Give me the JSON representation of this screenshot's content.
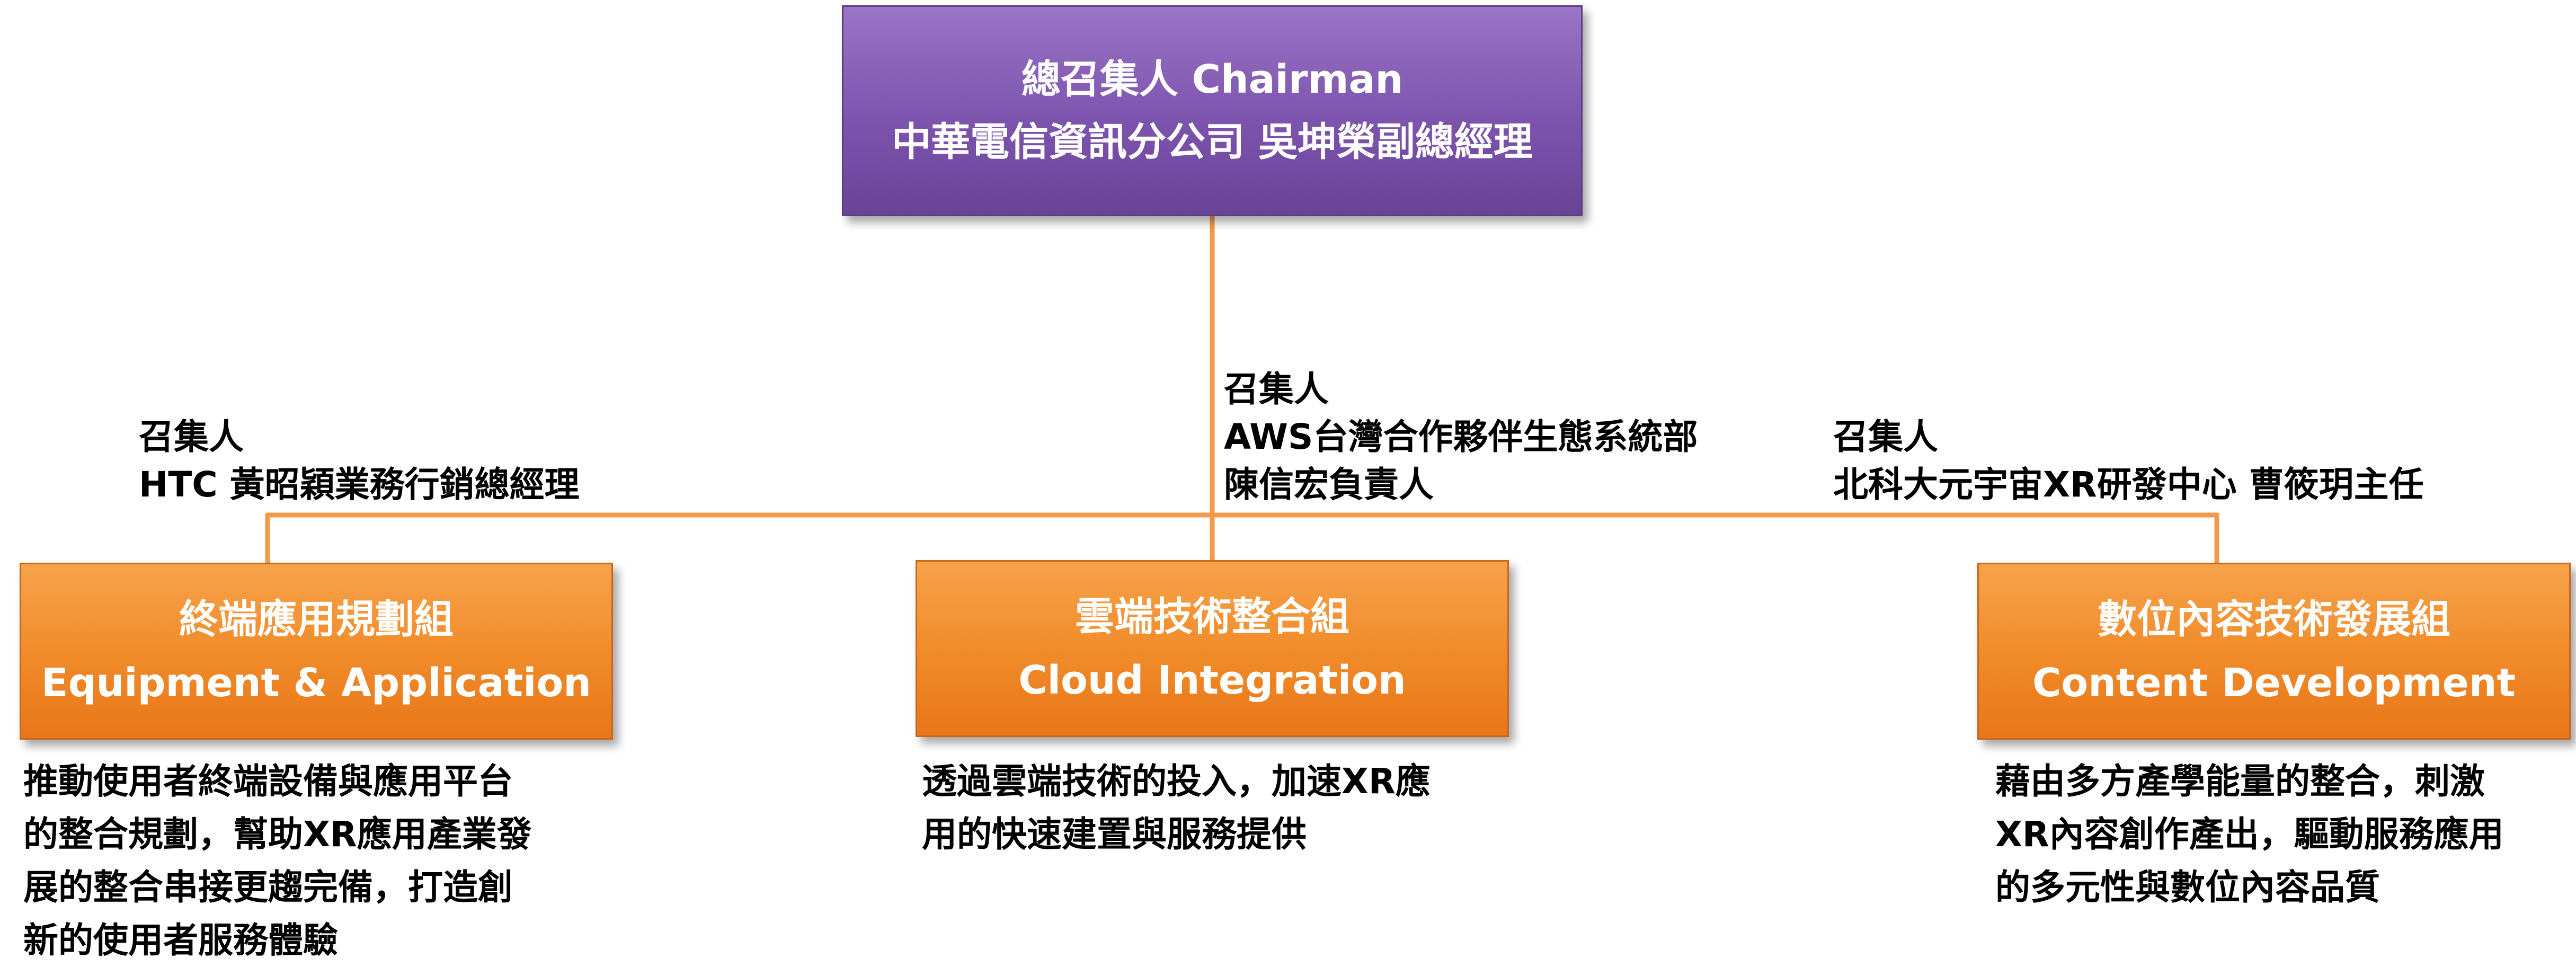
{
  "colors": {
    "connector": "#f29a4a",
    "chairman_box": "#7c54ad",
    "group_box": "#f08a28",
    "text_on_box": "#ffffff"
  },
  "chairman": {
    "title": "總召集人 Chairman",
    "name": "中華電信資訊分公司 吳坤榮副總經理"
  },
  "groups": [
    {
      "name_zh": "終端應用規劃組",
      "name_en": "Equipment & Application",
      "convener_label": "召集人",
      "convener": [
        "HTC 黃昭穎業務行銷總經理"
      ],
      "description": [
        "推動使用者終端設備與應用平台",
        "的整合規劃，幫助XR應用產業發",
        "展的整合串接更趨完備，打造創",
        "新的使用者服務體驗"
      ]
    },
    {
      "name_zh": "雲端技術整合組",
      "name_en": "Cloud Integration",
      "convener_label": "召集人",
      "convener": [
        "AWS台灣合作夥伴生態系統部",
        "陳信宏負責人"
      ],
      "description": [
        "透過雲端技術的投入，加速XR應",
        "用的快速建置與服務提供"
      ]
    },
    {
      "name_zh": "數位內容技術發展組",
      "name_en": "Content Development",
      "convener_label": "召集人",
      "convener": [
        "北科大元宇宙XR研發中心 曹筱玥主任"
      ],
      "description": [
        "藉由多方產學能量的整合，刺激",
        "XR內容創作產出，驅動服務應用",
        "的多元性與數位內容品質"
      ]
    }
  ]
}
